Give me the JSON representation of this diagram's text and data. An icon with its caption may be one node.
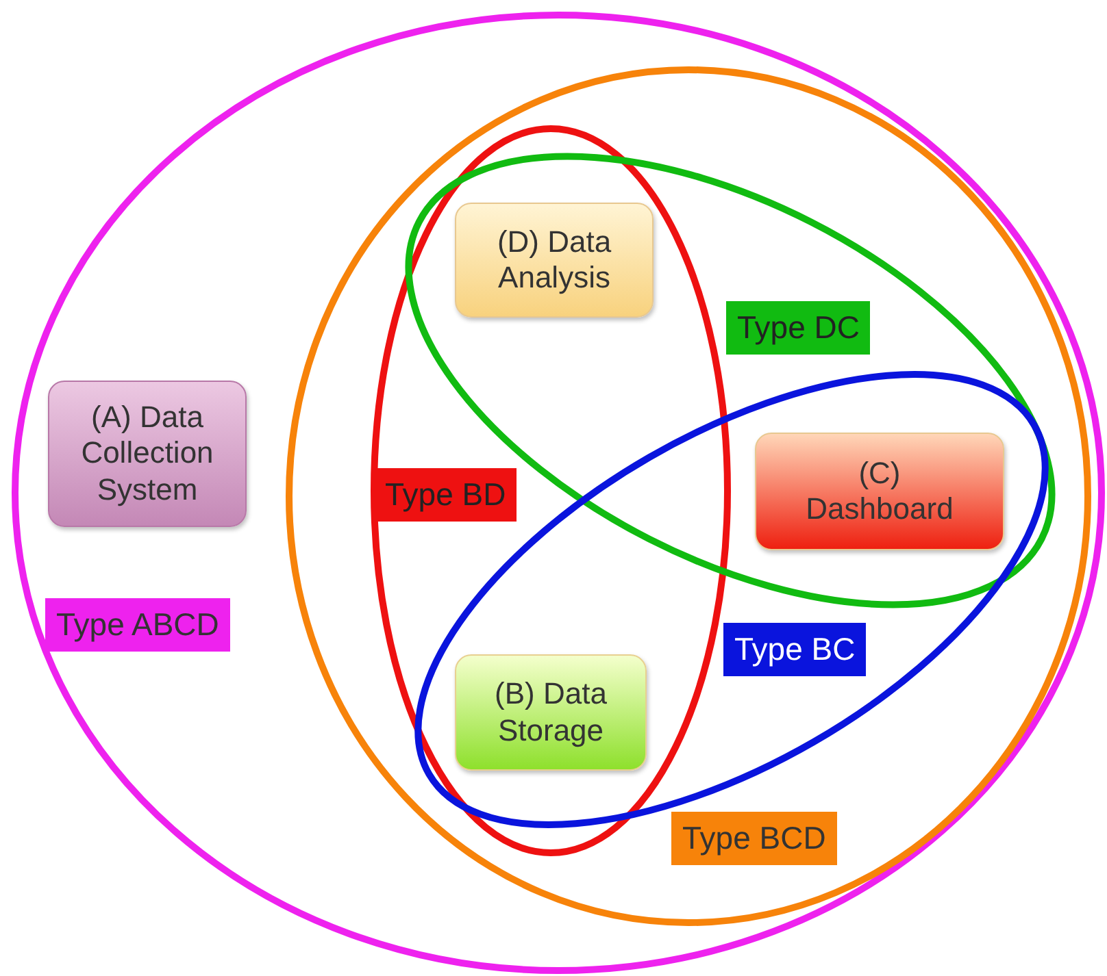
{
  "diagram": {
    "nodes": [
      {
        "text": [
          "Type ABCD"
        ]
      },
      {
        "text": [
          "Type BCD"
        ],
        "in": 0
      },
      {
        "text": [
          "Type BD"
        ],
        "in": 1
      },
      {
        "text": [
          "Type DC"
        ],
        "in": 1
      },
      {
        "text": [
          "Type BC"
        ],
        "in": 1
      },
      {
        "text": [
          "(A) Data Collection System"
        ],
        "in": 0
      },
      {
        "text": [
          "(D) Data Analysis"
        ]
      },
      {
        "text": [
          "(C) Dashboard"
        ]
      },
      {
        "text": [
          "(B) Data Storage"
        ]
      }
    ],
    "edges": []
  }
}
